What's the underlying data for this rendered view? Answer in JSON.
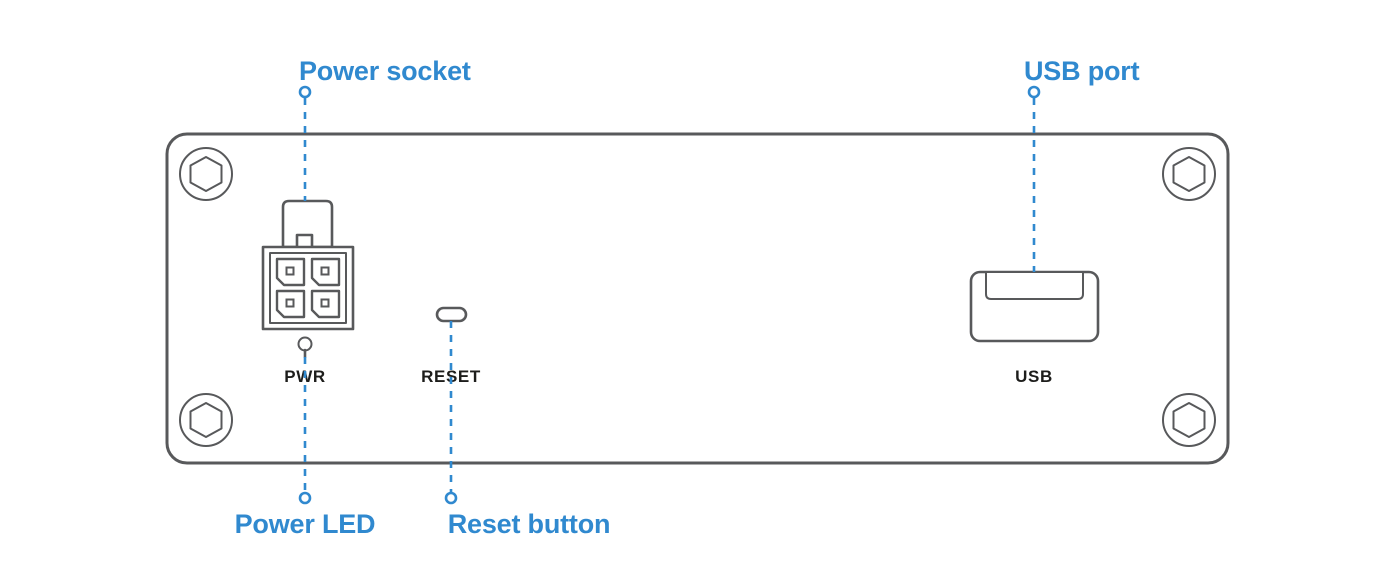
{
  "diagram": {
    "title": "Device rear panel port diagram",
    "colors": {
      "callout": "#3089cf",
      "outline": "#58595b",
      "silkscreen": "#1d1d1b",
      "background": "#ffffff"
    },
    "callouts": [
      {
        "id": "power-socket",
        "label": "Power socket",
        "position": "top-left",
        "marker": "circle",
        "points_to": "4-pin power connector"
      },
      {
        "id": "usb-port",
        "label": "USB port",
        "position": "top-right",
        "marker": "circle",
        "points_to": "USB type-A receptacle"
      },
      {
        "id": "power-led",
        "label": "Power LED",
        "position": "bottom-left",
        "marker": "circle",
        "points_to": "PWR indicator LED"
      },
      {
        "id": "reset-button",
        "label": "Reset button",
        "position": "bottom-center",
        "marker": "circle",
        "points_to": "RESET recessed switch"
      }
    ],
    "silkscreen_labels": [
      {
        "id": "pwr",
        "text": "PWR"
      },
      {
        "id": "reset",
        "text": "RESET"
      },
      {
        "id": "usb",
        "text": "USB"
      }
    ],
    "components": {
      "power_connector": {
        "name": "4-pin power connector",
        "pin_count": 4,
        "layout": "2x2",
        "has_latch": true
      },
      "power_led": {
        "name": "Power LED",
        "shape": "small circle with stem"
      },
      "reset_switch": {
        "name": "Reset button",
        "shape": "recessed pill slot"
      },
      "usb_receptacle": {
        "name": "USB port",
        "type": "Type-A",
        "has_inner_tongue": true
      },
      "screws": {
        "name": "Hex socket screw",
        "count": 4,
        "positions": [
          "top-left",
          "top-right",
          "bottom-left",
          "bottom-right"
        ]
      }
    }
  }
}
